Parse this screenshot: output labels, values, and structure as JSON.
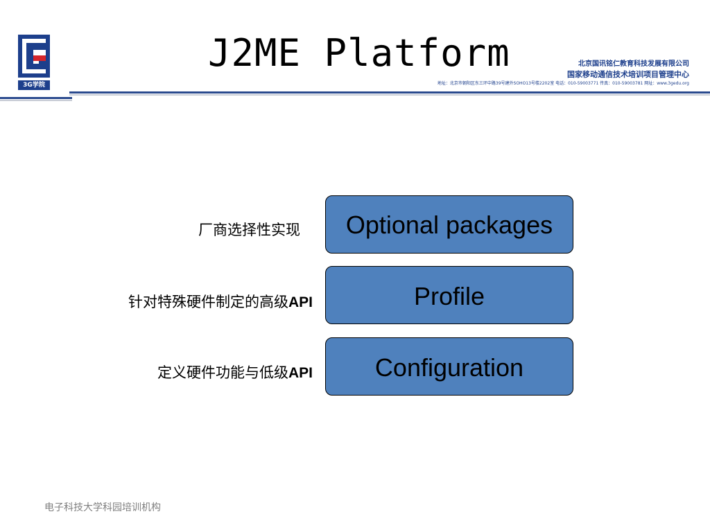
{
  "header": {
    "title": "J2ME Platform",
    "logo_text": "3G学院",
    "org_name": "北京国讯铭仁教育科技发展有限公司",
    "org_subname": "国家移动通信技术培训项目管理中心",
    "org_address": "地址：北京市朝阳区东三环中路39号建外SOHO13号楼2202室  电话：010-59003771  传真：010-59003781  网址：www.3gedu.org"
  },
  "diagram": {
    "layers": [
      {
        "label": "Optional packages",
        "description": "厂商选择性实现",
        "description_suffix": ""
      },
      {
        "label": "Profile",
        "description": "针对特殊硬件制定的高级",
        "description_suffix": "API"
      },
      {
        "label": "Configuration",
        "description": "定义硬件功能与低级",
        "description_suffix": "API"
      }
    ]
  },
  "footer": {
    "text": "电子科技大学科园培训机构"
  },
  "colors": {
    "box_fill": "#4f81bd",
    "brand_blue": "#1d3f8c",
    "logo_red": "#d7262b"
  }
}
